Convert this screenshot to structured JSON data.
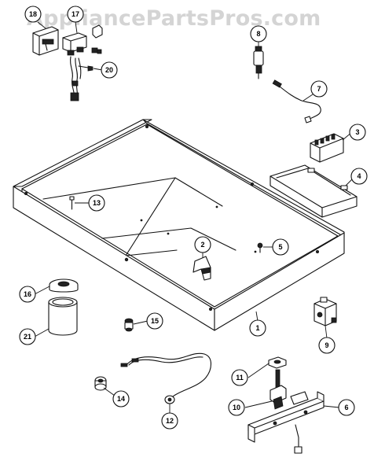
{
  "watermark": "AppliancePartsPros.com",
  "callouts": [
    "18",
    "17",
    "8",
    "20",
    "7",
    "3",
    "4",
    "13",
    "2",
    "5",
    "16",
    "15",
    "1",
    "21",
    "9",
    "11",
    "14",
    "10",
    "6",
    "12"
  ]
}
